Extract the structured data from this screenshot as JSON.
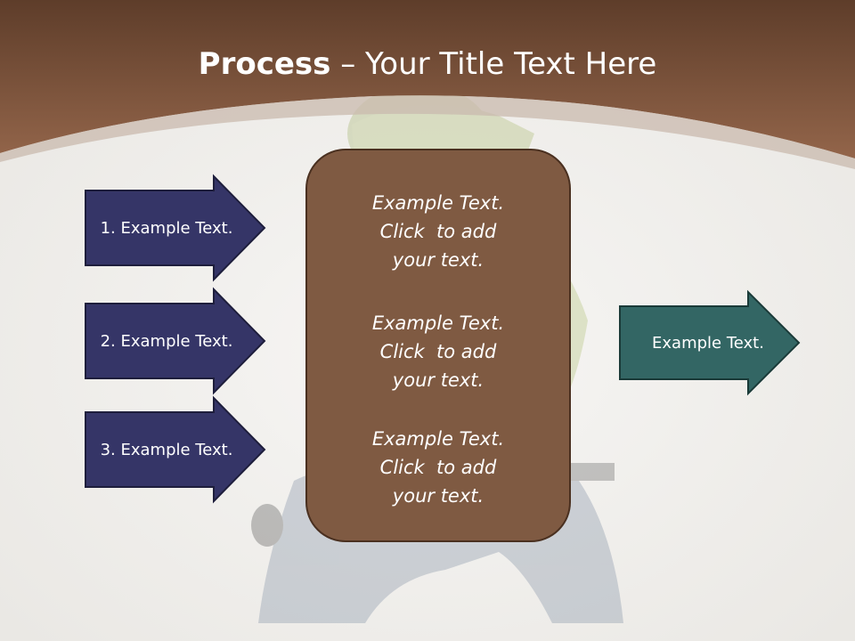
{
  "slide": {
    "title_bold": "Process",
    "title_separator": " – ",
    "title_rest": "Your Title Text Here"
  },
  "left_arrows": [
    {
      "label": "1. Example Text."
    },
    {
      "label": "2. Example Text."
    },
    {
      "label": "3. Example Text."
    }
  ],
  "center_box": {
    "blocks": [
      {
        "line1": "Example Text.",
        "line2": "Click  to add",
        "line3": "your text."
      },
      {
        "line1": "Example Text.",
        "line2": "Click  to add",
        "line3": "your text."
      },
      {
        "line1": "Example Text.",
        "line2": "Click  to add",
        "line3": "your text."
      }
    ]
  },
  "right_arrow": {
    "label": "Example Text."
  },
  "colors": {
    "header_brown": "#7a4f36",
    "box_brown": "#7f5a42",
    "left_arrow_navy": "#353567",
    "right_arrow_teal": "#336664"
  }
}
